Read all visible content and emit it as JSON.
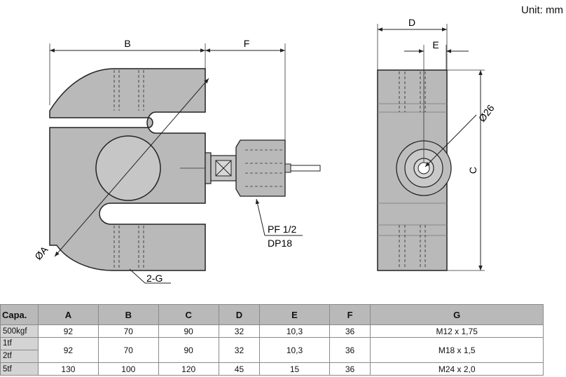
{
  "unit_label": "Unit: mm",
  "labels": {
    "dim_b": "B",
    "dim_f": "F",
    "dim_d": "D",
    "dim_e": "E",
    "dim_c": "C",
    "dim_phi26": "Ø26",
    "dim_phiA": "ØA",
    "thread": "2-G",
    "connector_line1": "PF 1/2",
    "connector_line2": "DP18"
  },
  "table": {
    "headers": [
      "Capa.",
      "A",
      "B",
      "C",
      "D",
      "E",
      "F",
      "G"
    ],
    "rows": [
      {
        "capa": [
          "500kgf"
        ],
        "A": "92",
        "B": "70",
        "C": "90",
        "D": "32",
        "E": "10,3",
        "F": "36",
        "G": "M12 x 1,75"
      },
      {
        "capa": [
          "1tf",
          "2tf"
        ],
        "A": "92",
        "B": "70",
        "C": "90",
        "D": "32",
        "E": "10,3",
        "F": "36",
        "G": "M18 x 1,5"
      },
      {
        "capa": [
          "5tf"
        ],
        "A": "130",
        "B": "100",
        "C": "120",
        "D": "45",
        "E": "15",
        "F": "36",
        "G": "M24 x 2,0"
      }
    ]
  }
}
